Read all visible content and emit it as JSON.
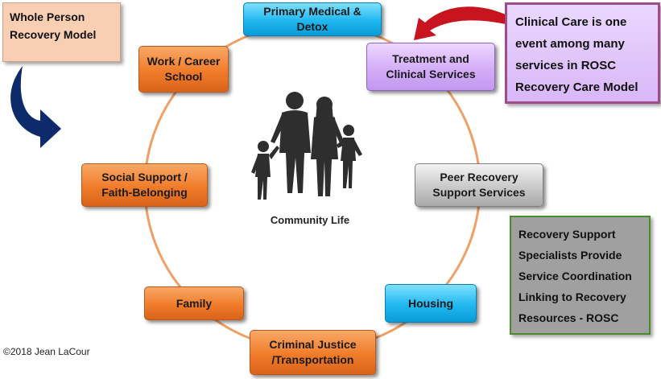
{
  "notes": {
    "whole_person": [
      "Whole Person",
      "Recovery Model"
    ],
    "clinical_care": [
      "Clinical Care is one",
      "event among many",
      "services in ROSC",
      "Recovery Care Model"
    ],
    "recovery_support": [
      "Recovery Support",
      "Specialists Provide",
      "Service Coordination",
      "Linking to Recovery",
      "Resources - ROSC"
    ]
  },
  "nodes": {
    "primary_medical": [
      "Primary Medical &",
      "Detox"
    ],
    "treatment": [
      "Treatment and",
      "Clinical Services"
    ],
    "work_career": [
      "Work / Career",
      "School"
    ],
    "social_support": [
      "Social Support /",
      "Faith-Belonging"
    ],
    "peer_recovery": [
      "Peer Recovery",
      "Support Services"
    ],
    "family": [
      "Family"
    ],
    "housing": [
      "Housing"
    ],
    "criminal_justice": [
      "Criminal Justice",
      "/Transportation"
    ]
  },
  "center_label": "Community Life",
  "copyright": "©2018 Jean LaCour",
  "colors": {
    "ring": "#f0a067",
    "orange": "#f07c2a",
    "blue": "#1fb8ef",
    "purple": "#d4adf8",
    "gray": "#c9c9c9",
    "arrow_red": "#c8141e",
    "arrow_navy": "#0d2a6b",
    "silhouette": "#2e2e2e"
  }
}
